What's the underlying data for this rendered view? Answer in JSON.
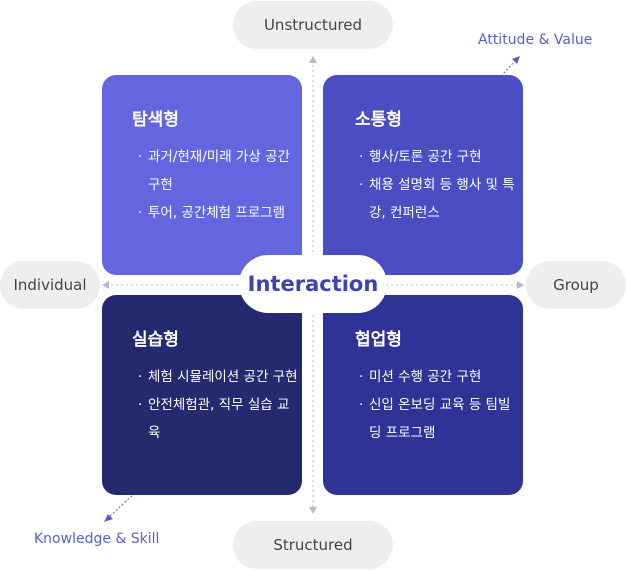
{
  "axes": {
    "top": "Unstructured",
    "bottom": "Structured",
    "left": "Individual",
    "right": "Group"
  },
  "corners": {
    "top_right": "Attitude & Value",
    "bottom_left": "Knowledge & Skill"
  },
  "center": "Interaction",
  "quadrants": {
    "top_left": {
      "title": "탐색형",
      "items": [
        "과거/현재/미래 가상 공간 구현",
        "투어, 공간체험 프로그램"
      ]
    },
    "top_right": {
      "title": "소통형",
      "items": [
        "행사/토론 공간 구현",
        "채용 설명회 등 행사 및 특강, 컨퍼런스"
      ]
    },
    "bottom_left": {
      "title": "실습형",
      "items": [
        "체험 시뮬레이션 공간 구현",
        "안전체험관, 직무 실습 교육"
      ]
    },
    "bottom_right": {
      "title": "협업형",
      "items": [
        "미션 수행 공간 구현",
        "신입 온보딩 교육 등 팀빌딩 프로그램"
      ]
    }
  },
  "colors": {
    "top_left": "#6466e0",
    "top_right": "#4a4ec2",
    "bottom_left": "#25296e",
    "bottom_right": "#2e3395",
    "accent": "#5a5fc7",
    "pill_bg": "#eeeeee"
  }
}
